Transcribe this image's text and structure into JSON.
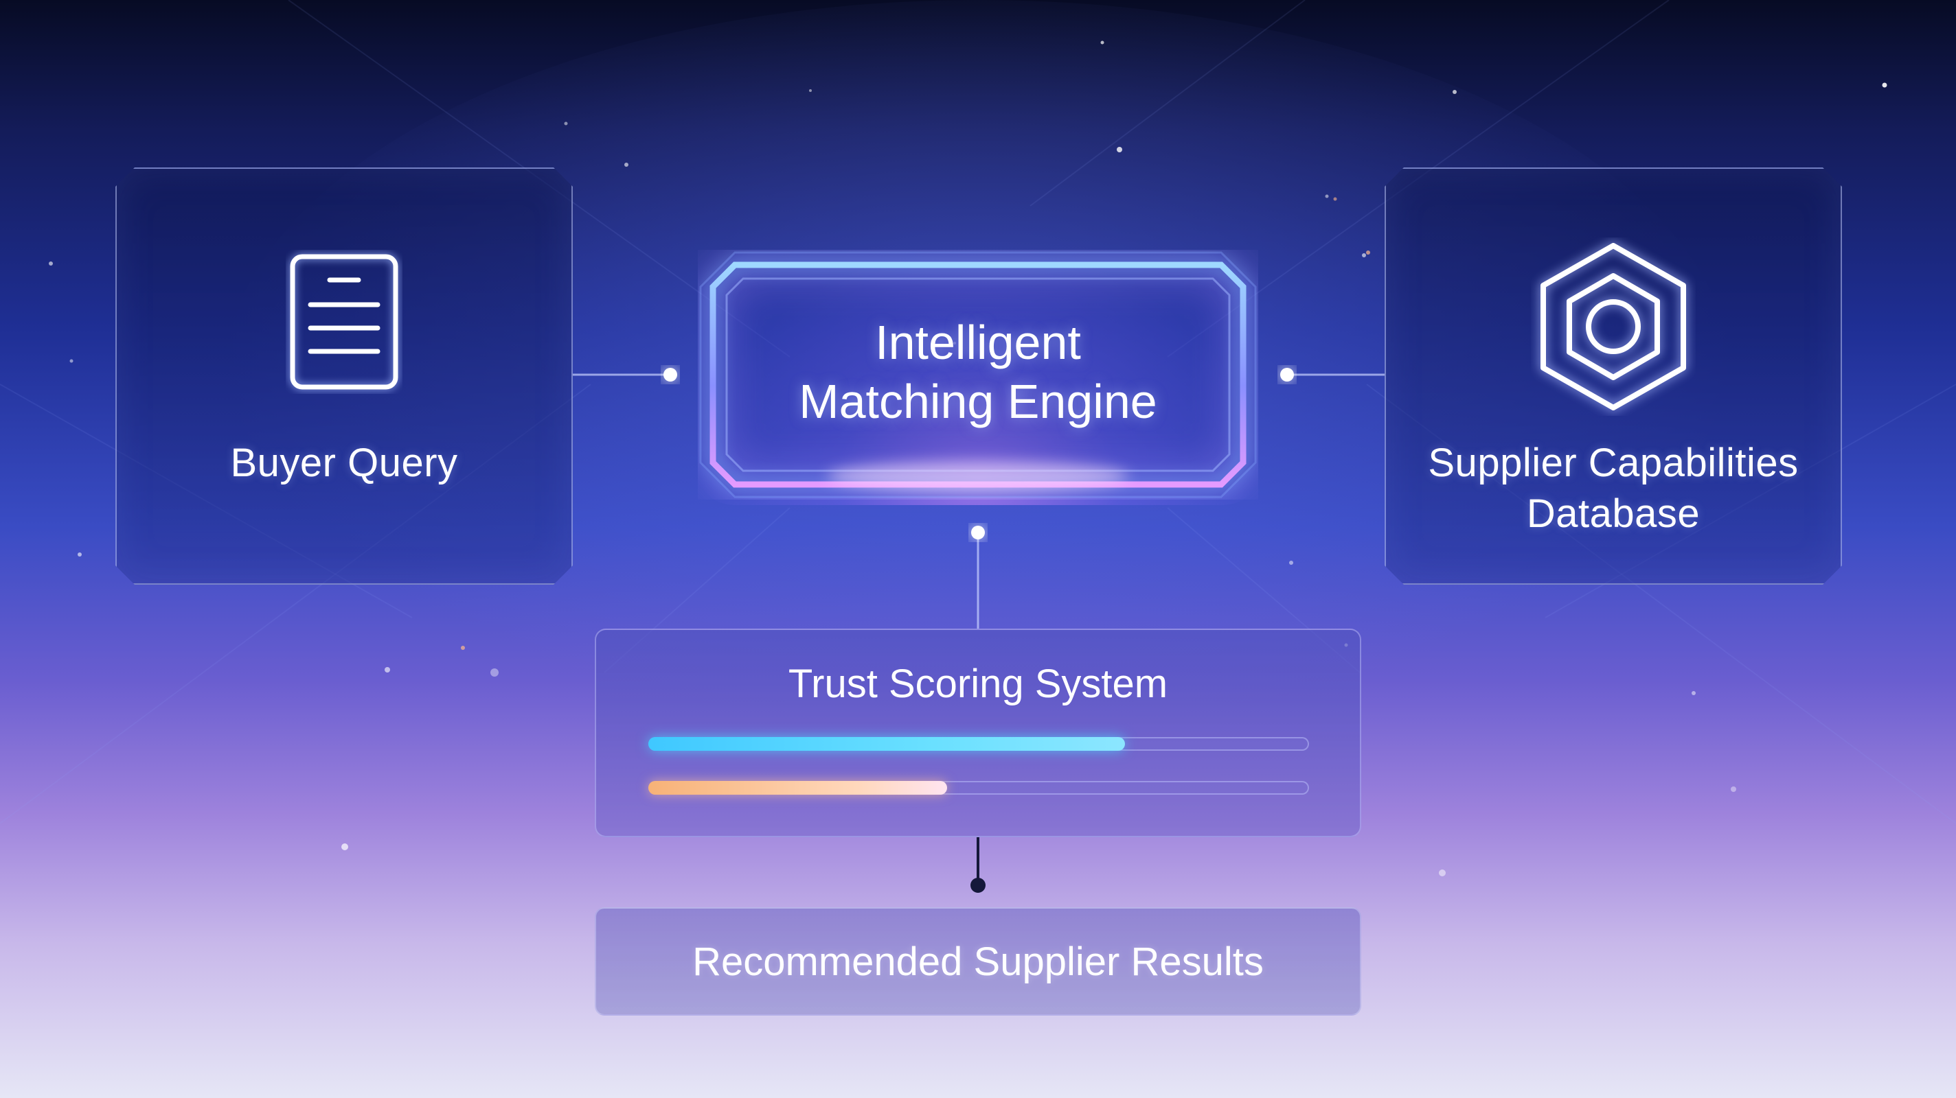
{
  "diagram": {
    "nodes": {
      "buyer_query": {
        "label": "Buyer Query",
        "icon": "document-icon"
      },
      "matching_engine": {
        "label_line1": "Intelligent",
        "label_line2": "Matching Engine"
      },
      "supplier_database": {
        "label_line1": "Supplier Capabilities",
        "label_line2": "Database",
        "icon": "hexagon-nut-icon"
      },
      "trust_scoring": {
        "label": "Trust Scoring System",
        "bars": [
          {
            "level": 0.72,
            "color": "#4fd6ff"
          },
          {
            "level": 0.45,
            "color": "#f9c49c"
          }
        ]
      },
      "results": {
        "label": "Recommended Supplier Results"
      }
    },
    "edges": [
      {
        "from": "Buyer Query",
        "to": "Intelligent Matching Engine"
      },
      {
        "from": "Supplier Capabilities Database",
        "to": "Intelligent Matching Engine"
      },
      {
        "from": "Intelligent Matching Engine",
        "to": "Trust Scoring System"
      },
      {
        "from": "Trust Scoring System",
        "to": "Recommended Supplier Results"
      }
    ]
  },
  "colors": {
    "background_top": "#070b24",
    "background_mid": "#3a4cc4",
    "background_bottom": "#e6e6f6",
    "engine_glow": "#7fb6ff",
    "engine_accent": "#d18bff",
    "connector": "#c9d2ff"
  }
}
